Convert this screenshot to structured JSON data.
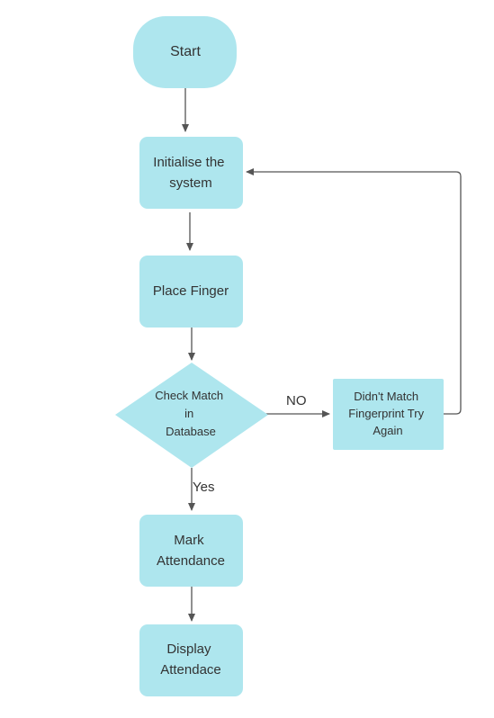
{
  "colors": {
    "node_fill": "#aee6ee",
    "line": "#555555",
    "text": "#333333",
    "background": "#ffffff"
  },
  "nodes": {
    "start": {
      "lines": [
        "Start"
      ],
      "shape": "terminal"
    },
    "initialise": {
      "lines": [
        "Initialise the",
        "system"
      ],
      "shape": "process"
    },
    "place_finger": {
      "lines": [
        "Place Finger"
      ],
      "shape": "process"
    },
    "check_match": {
      "lines": [
        "Check Match",
        "in",
        "Database"
      ],
      "shape": "decision"
    },
    "no_match": {
      "lines": [
        "Didn't Match",
        "Fingerprint Try",
        "Again"
      ],
      "shape": "process"
    },
    "mark_attendance": {
      "lines": [
        "Mark",
        "Attendance"
      ],
      "shape": "process"
    },
    "display_attendance": {
      "lines": [
        "Display",
        "Attendace"
      ],
      "shape": "process"
    }
  },
  "edges": {
    "no_label": "NO",
    "yes_label": "Yes"
  }
}
